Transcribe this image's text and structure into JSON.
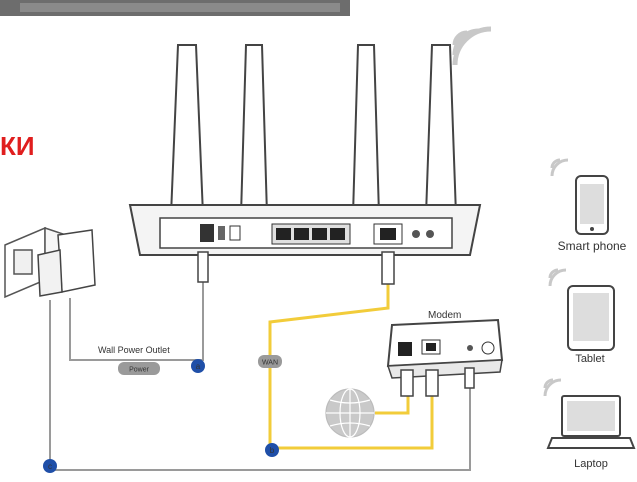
{
  "heading_fragment": "КИ",
  "labels": {
    "wall_power_outlet": "Wall Power Outlet",
    "power_tag": "Power",
    "wan_tag": "WAN",
    "modem": "Modem",
    "smart_phone": "Smart phone",
    "tablet": "Tablet",
    "laptop": "Laptop"
  },
  "markers": {
    "a": "a",
    "b": "b",
    "c": "c"
  },
  "colors": {
    "cable_yellow": "#f2cc3a",
    "cable_gray": "#9a9a9a",
    "marker_blue": "#1f4fa8",
    "accent_red": "#e01e1e"
  },
  "icons": [
    "router",
    "antenna",
    "wifi-signal",
    "power-adapter",
    "wall-socket",
    "modem",
    "globe",
    "smartphone",
    "tablet",
    "laptop"
  ]
}
